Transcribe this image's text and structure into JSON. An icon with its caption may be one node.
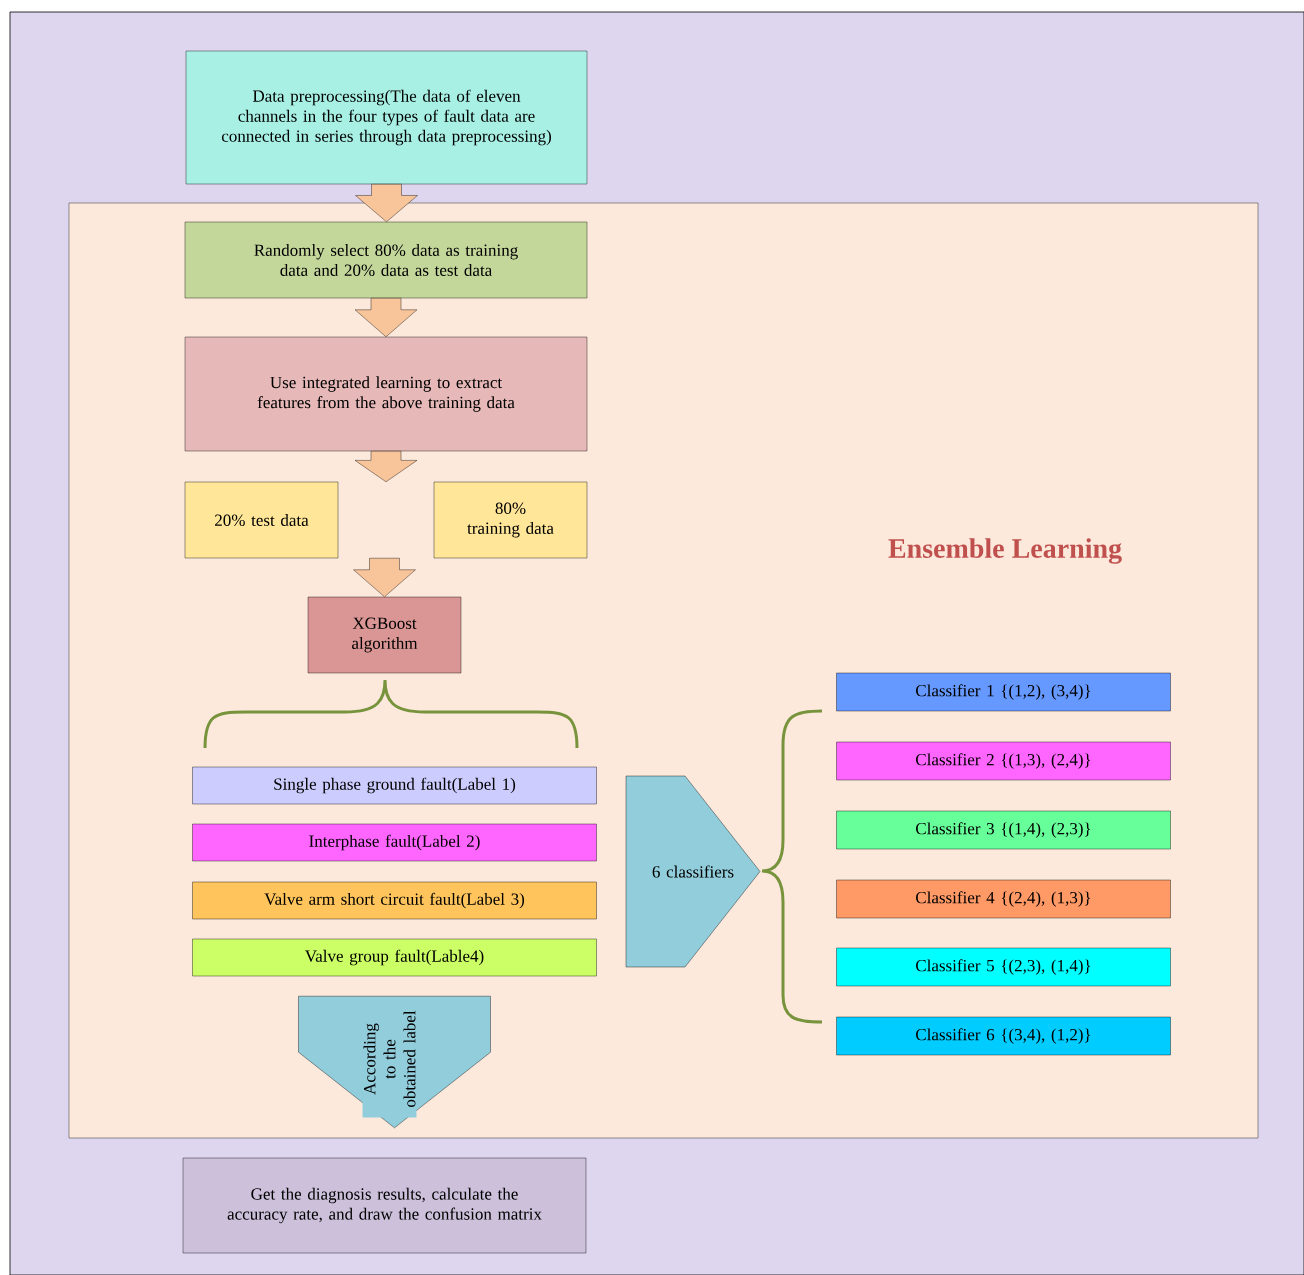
{
  "diagram": {
    "nodes": [
      {
        "text": [
          "Data preprocessing(The data of eleven channels in the four types of fault data are connected in series through data preprocessing)"
        ]
      },
      {
        "text": [
          "Ensemble Learning"
        ]
      },
      {
        "text": [
          "Randomly select 80% data as training data and 20% data as test data"
        ],
        "in": 1
      },
      {
        "text": [
          "Use integrated learning to extract features from the above training data"
        ],
        "in": 1
      },
      {
        "text": [
          "20% test data"
        ],
        "in": 1
      },
      {
        "text": [
          "80% training data"
        ],
        "in": 1
      },
      {
        "text": [
          "XGBoost algorithm"
        ],
        "in": 1
      },
      {
        "text": [
          "Single phase ground fault(Label 1)"
        ],
        "in": 1
      },
      {
        "text": [
          "Interphase fault(Label 2)"
        ],
        "in": 1
      },
      {
        "text": [
          "Valve arm short circuit fault(Label 3)"
        ],
        "in": 1
      },
      {
        "text": [
          "Valve group fault(Lable4)"
        ],
        "in": 1
      },
      {
        "text": [
          "6 classifiers"
        ],
        "in": 1
      },
      {
        "text": [
          "Classifier 1 {(1,2), (3,4)}"
        ],
        "in": 1
      },
      {
        "text": [
          "Classifier 2 {(1,3), (2,4)}"
        ],
        "in": 1
      },
      {
        "text": [
          "Classifier 3 {(1,4), (2,3)}"
        ],
        "in": 1
      },
      {
        "text": [
          "Classifier 4 {(2,4), (1,3)}"
        ],
        "in": 1
      },
      {
        "text": [
          "Classifier 5 {(2,3), (1,4)}"
        ],
        "in": 1
      },
      {
        "text": [
          "Classifier 6 {(3,4), (1,2)}"
        ],
        "in": 1
      },
      {
        "text": [
          "Get the diagnosis results, calculate the accuracy rate, and draw the confusion matrix"
        ]
      }
    ],
    "edges": [
      {
        "from": 0,
        "to": 2,
        "arrow": "to"
      },
      {
        "from": 2,
        "to": 3,
        "arrow": "to"
      },
      {
        "from": 3,
        "to": 4,
        "arrow": "to"
      },
      {
        "from": 3,
        "to": 5,
        "arrow": "to"
      },
      {
        "from": 4,
        "to": 6,
        "arrow": "to"
      },
      {
        "from": 5,
        "to": 6,
        "arrow": "to"
      },
      {
        "from": 10,
        "to": 18,
        "arrow": "to",
        "label": "According to the obtained label"
      }
    ]
  }
}
